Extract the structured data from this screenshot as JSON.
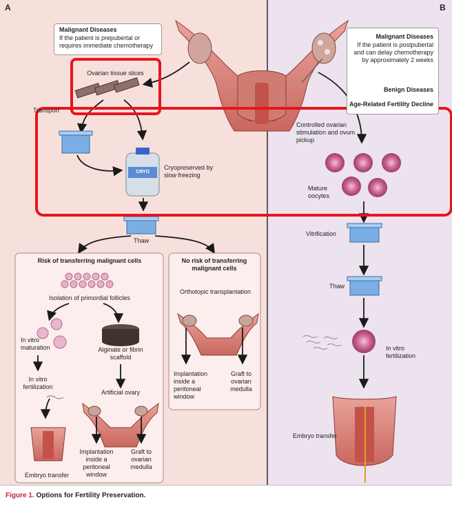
{
  "panels": {
    "a_letter": "A",
    "b_letter": "B"
  },
  "panel_a": {
    "malignant_title": "Malignant Diseases",
    "malignant_desc": "If the patient is prepubertal or requires immediate chemotherapy",
    "ovarian_slices": "Ovarian tissue slices",
    "transport_partial": "Transport",
    "cryo_label": "CRYO",
    "cryopreserved": "Cryopreserved by slow freezing",
    "thaw": "Thaw",
    "risk_title": "Risk of transferring malignant cells",
    "isolation": "Isolation of primordial follicles",
    "in_vitro_maturation": "In vitro maturation",
    "alginate": "Alginate or fibrin scaffold",
    "in_vitro_fertilization": "In vitro fertilization",
    "artificial_ovary": "Artificial ovary",
    "embryo_transfer": "Embryo transfer",
    "implantation": "Implantation inside a peritoneal window",
    "graft": "Graft to ovarian medulla",
    "no_risk_title": "No risk of transferring malignant cells",
    "orthotopic": "Orthotopic transplantation",
    "implantation2": "Implantation inside a peritoneal window",
    "graft2": "Graft to ovarian medulla"
  },
  "panel_b": {
    "malignant_title": "Malignant Diseases",
    "malignant_desc": "If the patient is postpubertal and can delay chemotherapy by approximately 2 weeks",
    "benign": "Benign Diseases",
    "age_related": "Age-Related Fertility Decline",
    "controlled": "Controlled ovarian stimulation and ovum pickup",
    "mature": "Mature oocytes",
    "vitrification": "Vitrification",
    "thaw": "Thaw",
    "ivf": "In vitro fertilization",
    "embryo_transfer": "Embryo transfer"
  },
  "caption": {
    "figure_num": "Figure 1.",
    "title": "Options for Fertility Preservation."
  },
  "colors": {
    "panel_a_bg": "#f7e0dc",
    "panel_b_bg": "#ece3ee",
    "highlight": "#e8141c",
    "caption_red": "#c0262d"
  }
}
